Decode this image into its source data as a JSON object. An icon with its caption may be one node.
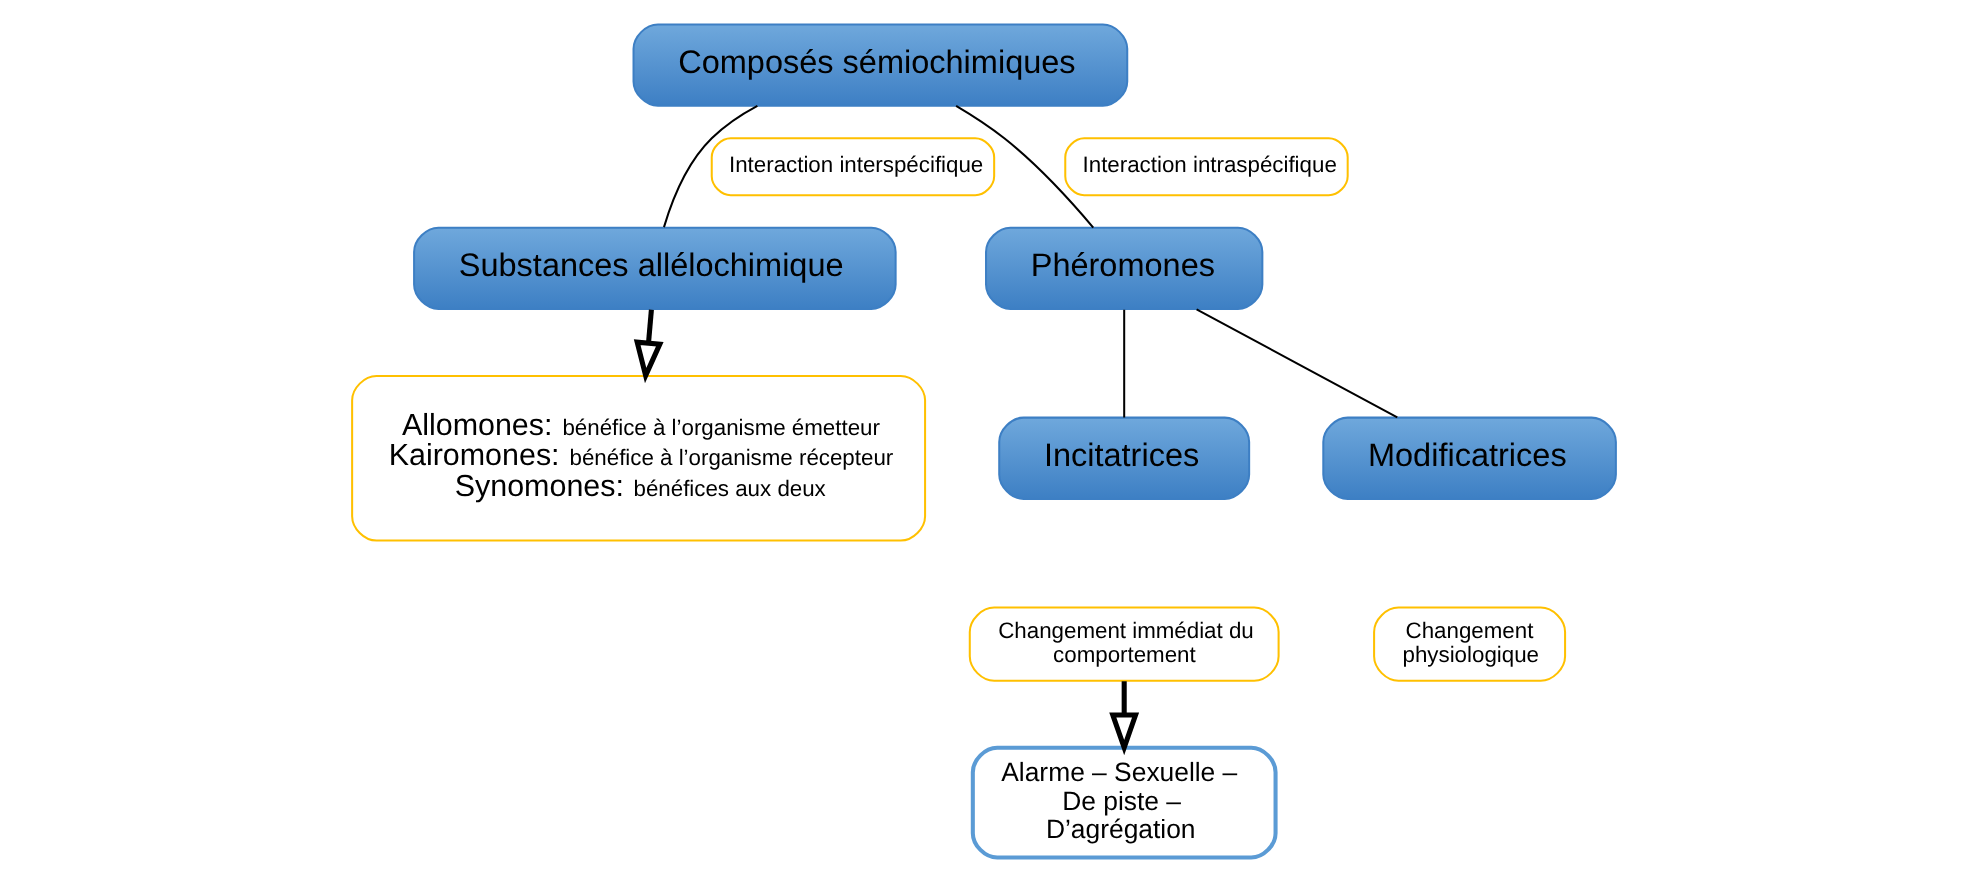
{
  "diagram": {
    "nodes": [
      {
        "text": [
          "Composés sémiochimiques"
        ]
      },
      {
        "text": [
          "Substances allélochimique"
        ]
      },
      {
        "text": [
          "Phéromones"
        ]
      },
      {
        "text": [
          "Allomones: bénéfice à l’organisme émetteur",
          "Kairomones: bénéfice à l’organisme récepteur",
          "Synomones: bénéfices aux deux"
        ]
      },
      {
        "text": [
          "Incitatrices"
        ]
      },
      {
        "text": [
          "Modificatrices"
        ]
      },
      {
        "text": [
          "Changement immédiat du comportement"
        ]
      },
      {
        "text": [
          "Changement physiologique"
        ]
      },
      {
        "text": [
          "Alarme – Sexuelle – De piste – D’agrégation"
        ]
      }
    ],
    "edges": [
      {
        "from": 0,
        "to": 1,
        "arrow": "none",
        "label": "Interaction interspécifique"
      },
      {
        "from": 0,
        "to": 2,
        "arrow": "none",
        "label": "Interaction intraspécifique"
      },
      {
        "from": 1,
        "to": 3,
        "arrow": "to",
        "style": "thick"
      },
      {
        "from": 2,
        "to": 4,
        "arrow": "none"
      },
      {
        "from": 2,
        "to": 5,
        "arrow": "none"
      },
      {
        "from": 6,
        "to": 8,
        "arrow": "to",
        "style": "thick"
      }
    ]
  }
}
